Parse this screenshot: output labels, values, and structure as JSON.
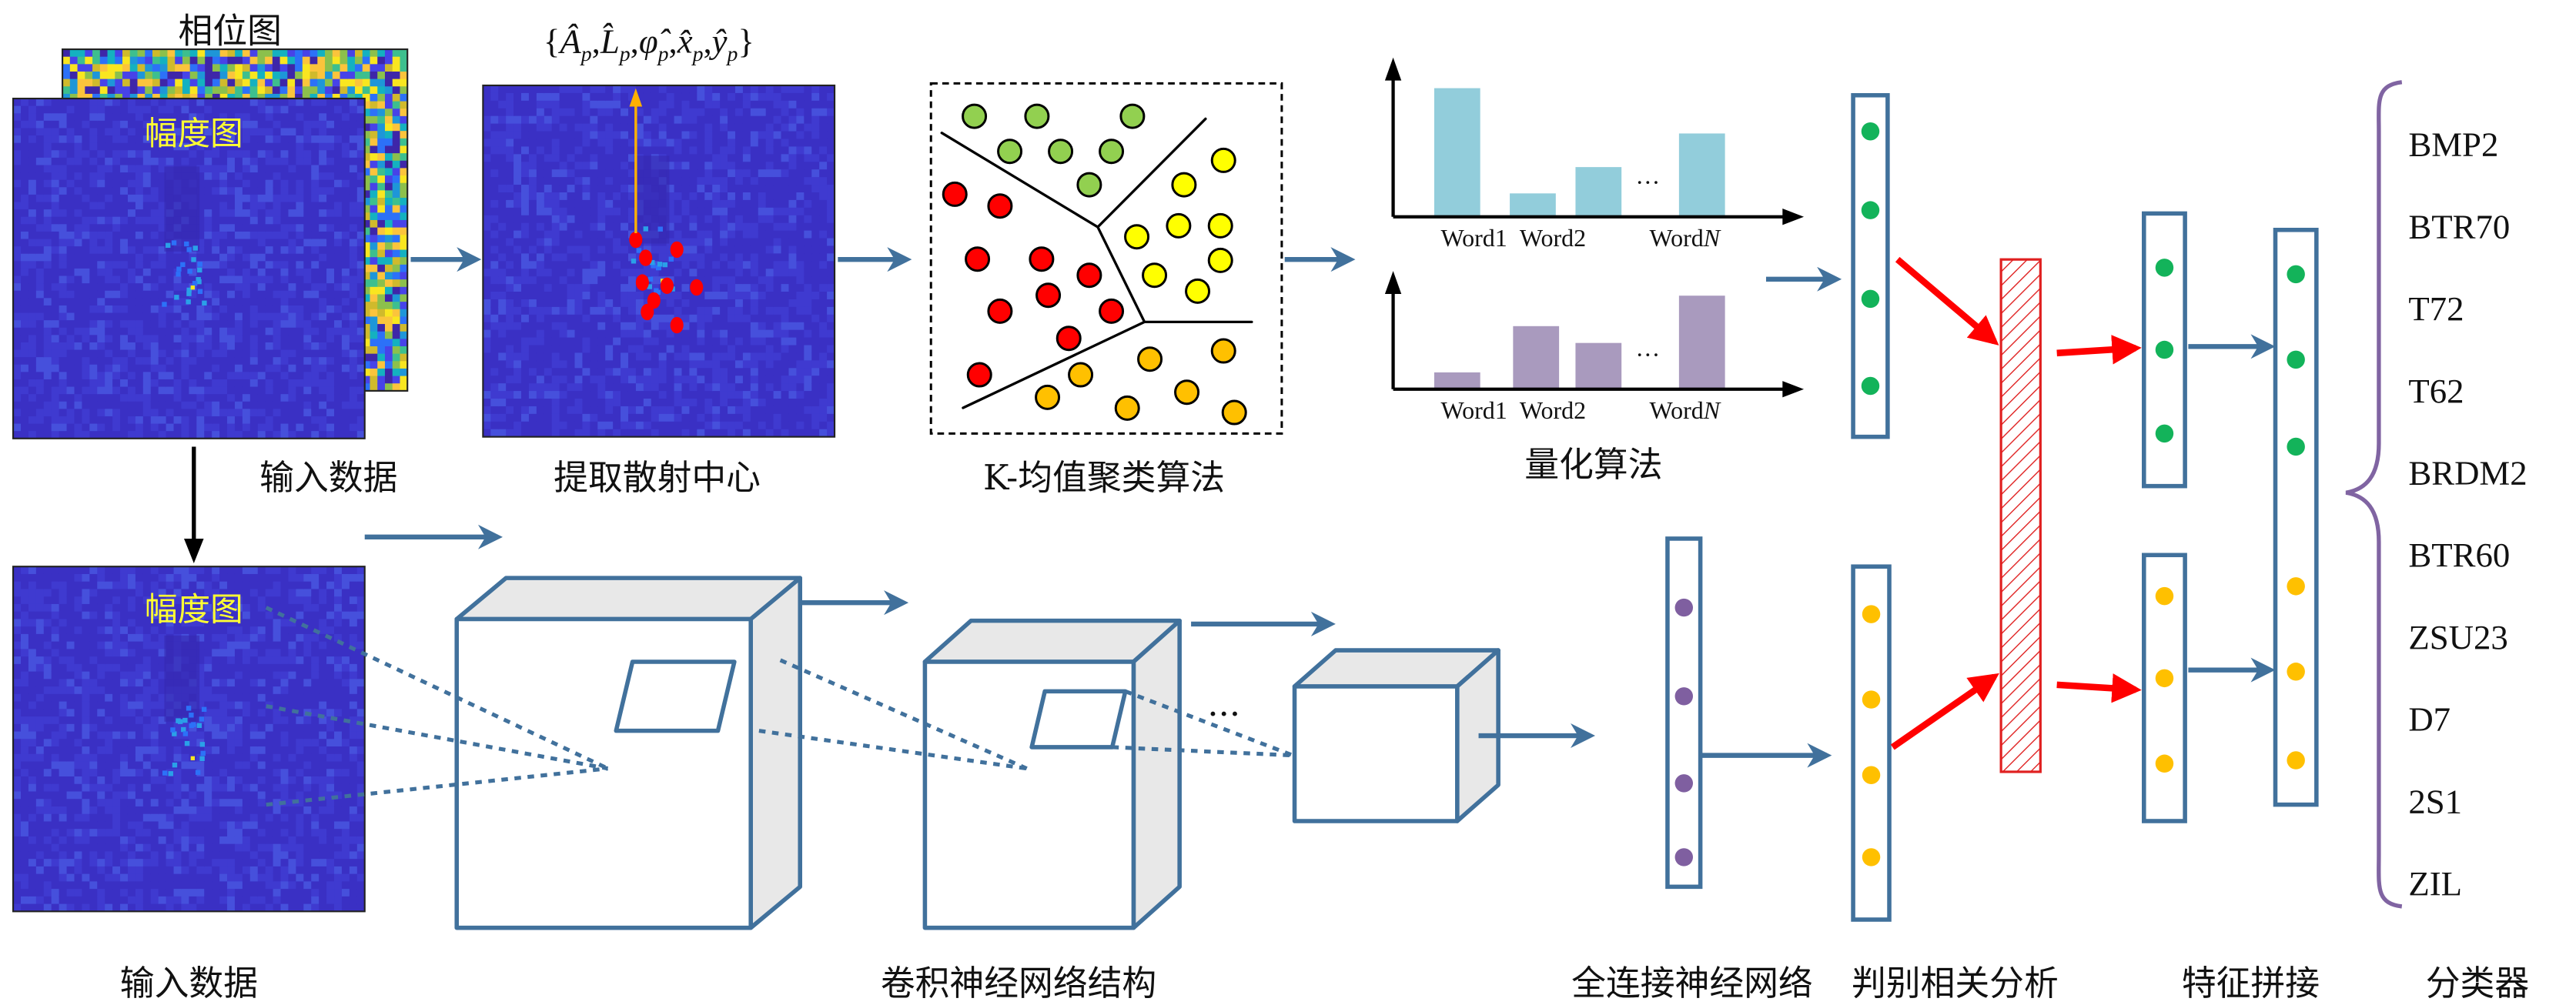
{
  "colors": {
    "arrow_blue": "#41719c",
    "arrow_red": "#ff0000",
    "arrow_orange": "#ffb000",
    "cluster_green": "#92d050",
    "cluster_red": "#ff0000",
    "cluster_yellow": "#ffff00",
    "cluster_orange": "#ffc000",
    "hist_top": "#92cddb",
    "hist_bottom": "#a99abe",
    "brace": "#8064a2",
    "feature_purple": "#7f5fa0"
  },
  "input": {
    "phase_label": "相位图",
    "amplitude_label": "幅度图",
    "caption": "输入数据"
  },
  "scatter": {
    "formula": {
      "open": "{",
      "close": "}",
      "symbols": [
        "Â",
        "L̂",
        "φ̂",
        "x̂",
        "ŷ"
      ],
      "subscript": "p",
      "separator": ","
    },
    "caption": "提取散射中心"
  },
  "kmeans": {
    "caption": "K-均值聚类算法"
  },
  "quantize": {
    "caption": "量化算法",
    "ellipsis": "···",
    "histograms": [
      {
        "labels": [
          "Word1",
          "Word2",
          "Word"
        ],
        "label_n": "N",
        "values": [
          0.88,
          0.16,
          0.34,
          0.57
        ],
        "color": "#92cddb"
      },
      {
        "labels": [
          "Word1",
          "Word2",
          "Word"
        ],
        "label_n": "N",
        "values": [
          0.16,
          0.6,
          0.44,
          0.89
        ],
        "color": "#a99abe"
      }
    ]
  },
  "bottom": {
    "amplitude_label": "幅度图",
    "input_caption": "输入数据",
    "cnn_caption": "卷积神经网络结构",
    "cnn_ellipsis": "···",
    "fc_caption": "全连接神经网络",
    "dca_caption": "判别相关分析",
    "concat_caption": "特征拼接",
    "classifier_caption": "分类器"
  },
  "classes": [
    "BMP2",
    "BTR70",
    "T72",
    "T62",
    "BRDM2",
    "BTR60",
    "ZSU23",
    "D7",
    "2S1",
    "ZIL"
  ]
}
